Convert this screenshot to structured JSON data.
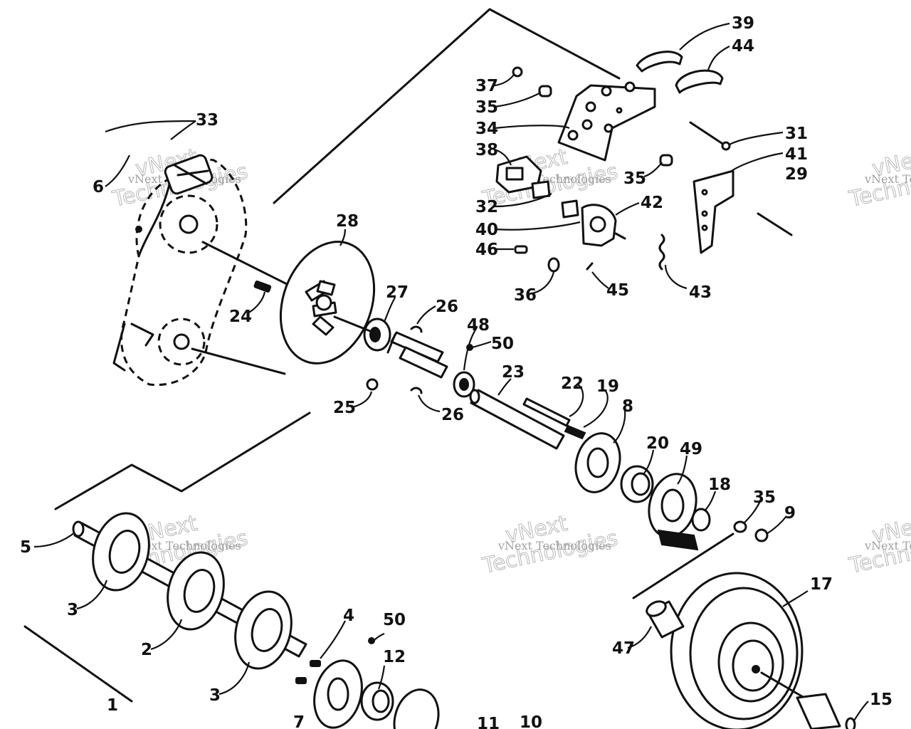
{
  "diagram": {
    "callouts": [
      {
        "id": "c39",
        "text": "39"
      },
      {
        "id": "c44",
        "text": "44"
      },
      {
        "id": "c37",
        "text": "37"
      },
      {
        "id": "c35a",
        "text": "35"
      },
      {
        "id": "c34",
        "text": "34"
      },
      {
        "id": "c31",
        "text": "31"
      },
      {
        "id": "c38",
        "text": "38"
      },
      {
        "id": "c41",
        "text": "41"
      },
      {
        "id": "c35b",
        "text": "35"
      },
      {
        "id": "c29",
        "text": "29"
      },
      {
        "id": "c32",
        "text": "32"
      },
      {
        "id": "c42",
        "text": "42"
      },
      {
        "id": "c40",
        "text": "40"
      },
      {
        "id": "c46",
        "text": "46"
      },
      {
        "id": "c36",
        "text": "36"
      },
      {
        "id": "c45",
        "text": "45"
      },
      {
        "id": "c43",
        "text": "43"
      },
      {
        "id": "c33",
        "text": "33"
      },
      {
        "id": "c6",
        "text": "6"
      },
      {
        "id": "c28",
        "text": "28"
      },
      {
        "id": "c24",
        "text": "24"
      },
      {
        "id": "c27",
        "text": "27"
      },
      {
        "id": "c26a",
        "text": "26"
      },
      {
        "id": "c48",
        "text": "48"
      },
      {
        "id": "c50a",
        "text": "50"
      },
      {
        "id": "c25",
        "text": "25"
      },
      {
        "id": "c26b",
        "text": "26"
      },
      {
        "id": "c23",
        "text": "23"
      },
      {
        "id": "c22",
        "text": "22"
      },
      {
        "id": "c19",
        "text": "19"
      },
      {
        "id": "c8",
        "text": "8"
      },
      {
        "id": "c20",
        "text": "20"
      },
      {
        "id": "c49",
        "text": "49"
      },
      {
        "id": "c18",
        "text": "18"
      },
      {
        "id": "c35c",
        "text": "35"
      },
      {
        "id": "c9",
        "text": "9"
      },
      {
        "id": "c5",
        "text": "5"
      },
      {
        "id": "c3a",
        "text": "3"
      },
      {
        "id": "c2",
        "text": "2"
      },
      {
        "id": "c3b",
        "text": "3"
      },
      {
        "id": "c4",
        "text": "4"
      },
      {
        "id": "c50b",
        "text": "50"
      },
      {
        "id": "c12",
        "text": "12"
      },
      {
        "id": "c1",
        "text": "1"
      },
      {
        "id": "c7",
        "text": "7"
      },
      {
        "id": "c11",
        "text": "11"
      },
      {
        "id": "c10",
        "text": "10"
      },
      {
        "id": "c17",
        "text": "17"
      },
      {
        "id": "c47",
        "text": "47"
      },
      {
        "id": "c15",
        "text": "15"
      }
    ],
    "watermark": {
      "line1": "vNext",
      "line2": "Technologies",
      "small": "vNext Technologies"
    }
  }
}
